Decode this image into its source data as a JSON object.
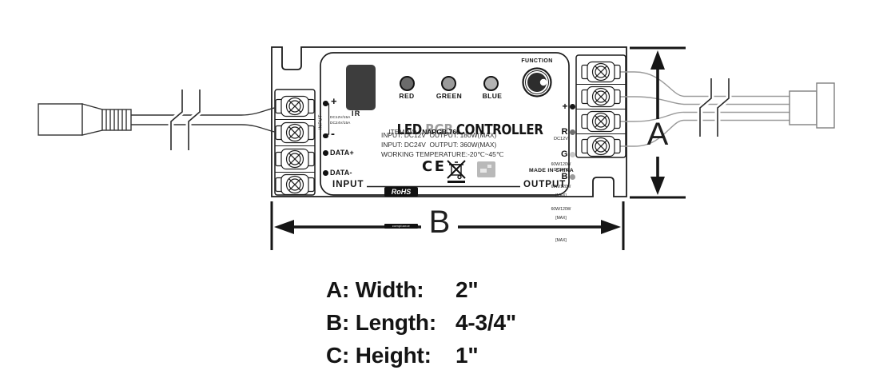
{
  "diagram": {
    "label_panel": {
      "function": "FUNCTION",
      "ir": "IR",
      "buttons": [
        {
          "label": "RED",
          "color": "#6b6b6b"
        },
        {
          "label": "GREEN",
          "color": "#9b9b9b"
        },
        {
          "label": "BLUE",
          "color": "#b3b3b3"
        }
      ],
      "title": {
        "led": "LED",
        "rgb": "RGB",
        "controller": "CONTROLLER",
        "rgb_color": "#9d9d9d"
      },
      "item_no": {
        "label": "ITEM NO.: ",
        "value": "NARGB-760"
      },
      "spec_lines": [
        "INPUT: DC12V  OUTPUT: 180W(MAX)",
        "INPUT: DC24V  OUTPUT: 360W(MAX)",
        "WORKING TEMPERATURE:-20℃~45℃"
      ],
      "certs": {
        "rohs_line1": "RoHS",
        "rohs_line2": "compliance",
        "ce": "CE",
        "made_in": "MADE IN CHINA"
      },
      "input": "INPUT",
      "output": "OUTPUT",
      "left_terminals": {
        "plus": "+",
        "minus": "-",
        "input_vertical": "INPUT",
        "rating_line1": "DC12V/15A",
        "rating_line2": "DC24V/15A",
        "data_plus": "DATA+",
        "data_minus": "DATA-"
      },
      "right_terminals": {
        "channels": [
          {
            "label": "+",
            "line1": "DC12V",
            "line2": "DC24V",
            "dot_color": "#161616"
          },
          {
            "label": "R",
            "line1": "60W/120W",
            "line2": "[MAX]",
            "dot_color": "#6f6f6f"
          },
          {
            "label": "G",
            "line1": "60W/120W",
            "line2": "[MAX]",
            "dot_color": "#c8c8c8"
          },
          {
            "label": "B",
            "line1": "60W/120W",
            "line2": "[MAX]",
            "dot_color": "#9a9a9a"
          }
        ]
      }
    },
    "dimensions": {
      "a": "A",
      "b": "B"
    },
    "spec_table": {
      "rows": [
        {
          "label": "A: Width:",
          "value": "2\""
        },
        {
          "label": "B: Length:",
          "value": "4-3/4\""
        },
        {
          "label": "C: Height:",
          "value": "1\""
        }
      ]
    }
  }
}
